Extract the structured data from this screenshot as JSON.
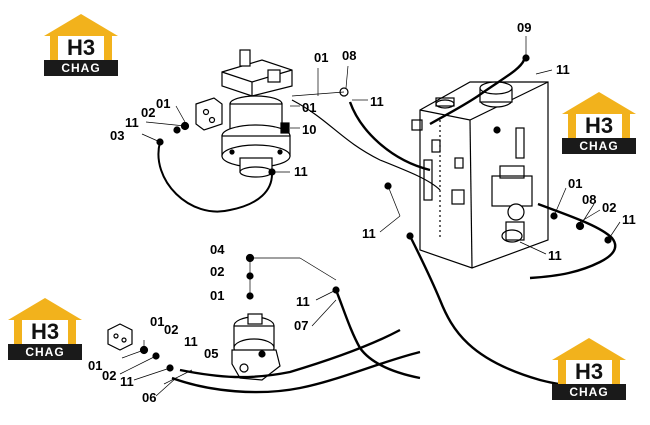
{
  "logo": {
    "mark": "H3",
    "caption": "CHAG"
  },
  "callouts": [
    {
      "id": "c01a",
      "text": "01"
    },
    {
      "id": "c08a",
      "text": "08"
    },
    {
      "id": "c09",
      "text": "09"
    },
    {
      "id": "c11a",
      "text": "11"
    },
    {
      "id": "c11b",
      "text": "11"
    },
    {
      "id": "c02a",
      "text": "02"
    },
    {
      "id": "c01b",
      "text": "01"
    },
    {
      "id": "c11c",
      "text": "11"
    },
    {
      "id": "c03",
      "text": "03"
    },
    {
      "id": "c01c",
      "text": "01"
    },
    {
      "id": "c10",
      "text": "10"
    },
    {
      "id": "c11d",
      "text": "11"
    },
    {
      "id": "c01d",
      "text": "01"
    },
    {
      "id": "c08b",
      "text": "08"
    },
    {
      "id": "c02b",
      "text": "02"
    },
    {
      "id": "c11e",
      "text": "11"
    },
    {
      "id": "c11f",
      "text": "11"
    },
    {
      "id": "c11g",
      "text": "11"
    },
    {
      "id": "c04",
      "text": "04"
    },
    {
      "id": "c02c",
      "text": "02"
    },
    {
      "id": "c01e",
      "text": "01"
    },
    {
      "id": "c11h",
      "text": "11"
    },
    {
      "id": "c07",
      "text": "07"
    },
    {
      "id": "c01f",
      "text": "01"
    },
    {
      "id": "c02d",
      "text": "02"
    },
    {
      "id": "c11i",
      "text": "11"
    },
    {
      "id": "c05",
      "text": "05"
    },
    {
      "id": "c01g",
      "text": "01"
    },
    {
      "id": "c02e",
      "text": "02"
    },
    {
      "id": "c11j",
      "text": "11"
    },
    {
      "id": "c06",
      "text": "06"
    }
  ]
}
